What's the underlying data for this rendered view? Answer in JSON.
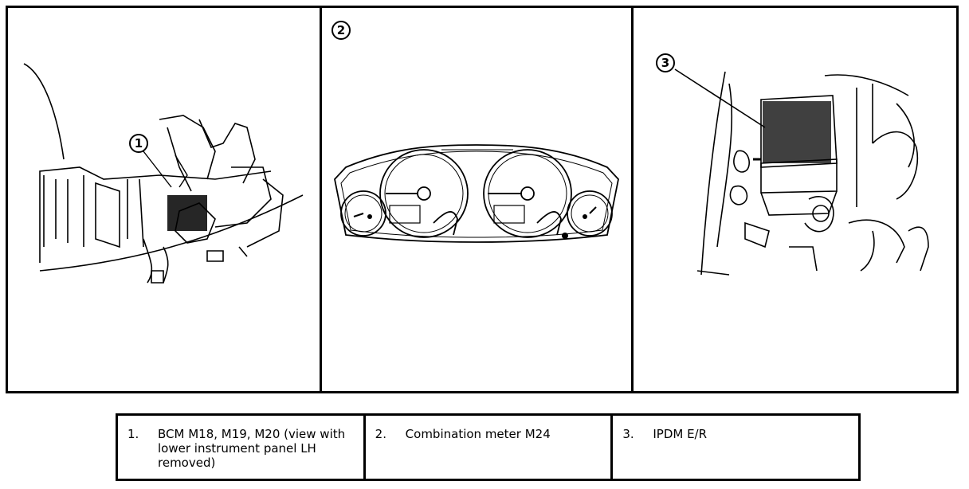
{
  "callouts": {
    "c1": "1",
    "c2": "2",
    "c3": "3"
  },
  "legend": {
    "items": [
      {
        "number": "1.",
        "text": "BCM M18, M19, M20 (view with lower instrument panel LH removed)"
      },
      {
        "number": "2.",
        "text": "Combination meter M24"
      },
      {
        "number": "3.",
        "text": "IPDM E/R"
      }
    ]
  }
}
